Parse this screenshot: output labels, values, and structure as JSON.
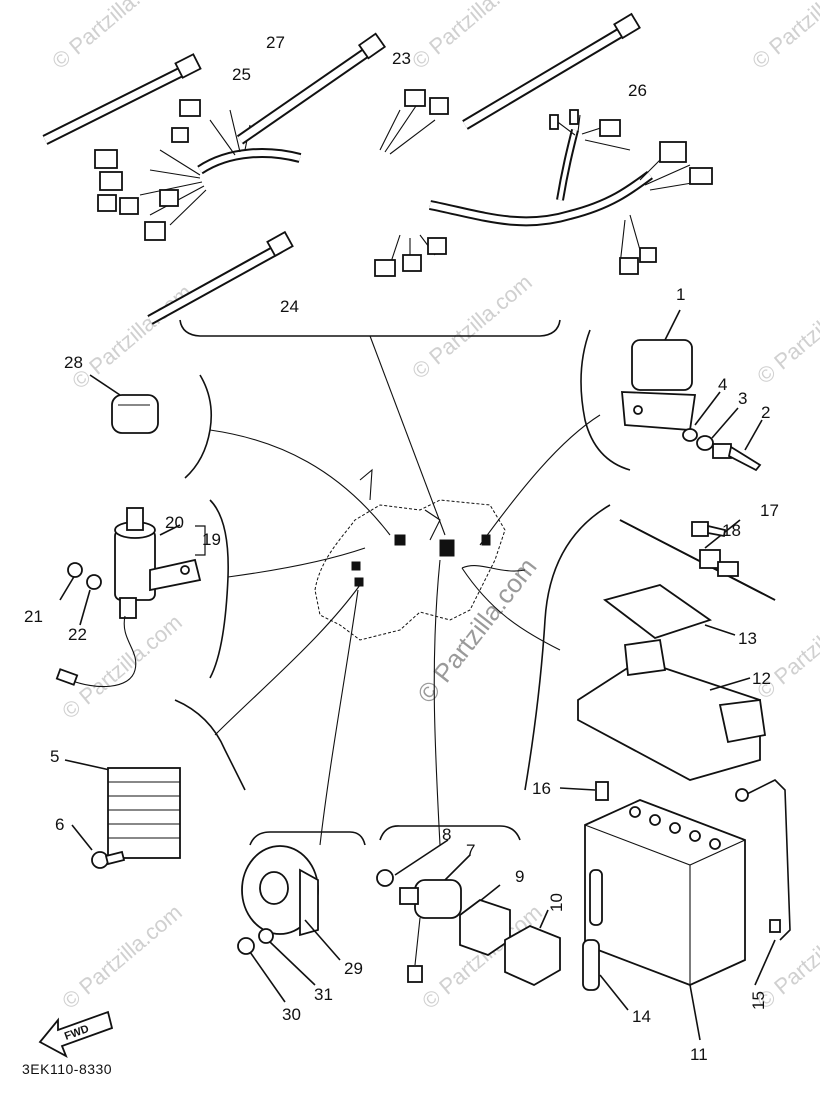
{
  "diagram": {
    "drawing_code": "3EK110-8330",
    "direction_label": "FWD",
    "watermark": "© Partzilla.com",
    "callouts": [
      {
        "id": "p1",
        "label": "1"
      },
      {
        "id": "p2",
        "label": "2"
      },
      {
        "id": "p3",
        "label": "3"
      },
      {
        "id": "p4",
        "label": "4"
      },
      {
        "id": "p5",
        "label": "5"
      },
      {
        "id": "p6",
        "label": "6"
      },
      {
        "id": "p7",
        "label": "7"
      },
      {
        "id": "p8",
        "label": "8"
      },
      {
        "id": "p9",
        "label": "9"
      },
      {
        "id": "p10",
        "label": "10"
      },
      {
        "id": "p11",
        "label": "11"
      },
      {
        "id": "p12",
        "label": "12"
      },
      {
        "id": "p13",
        "label": "13"
      },
      {
        "id": "p14",
        "label": "14"
      },
      {
        "id": "p15",
        "label": "15"
      },
      {
        "id": "p16",
        "label": "16"
      },
      {
        "id": "p17",
        "label": "17"
      },
      {
        "id": "p18",
        "label": "18"
      },
      {
        "id": "p19",
        "label": "19"
      },
      {
        "id": "p20",
        "label": "20"
      },
      {
        "id": "p21",
        "label": "21"
      },
      {
        "id": "p22",
        "label": "22"
      },
      {
        "id": "p23",
        "label": "23"
      },
      {
        "id": "p24",
        "label": "24"
      },
      {
        "id": "p25",
        "label": "25"
      },
      {
        "id": "p26",
        "label": "26"
      },
      {
        "id": "p27",
        "label": "27"
      },
      {
        "id": "p28",
        "label": "28"
      },
      {
        "id": "p29",
        "label": "29"
      },
      {
        "id": "p30",
        "label": "30"
      },
      {
        "id": "p31",
        "label": "31"
      }
    ]
  }
}
